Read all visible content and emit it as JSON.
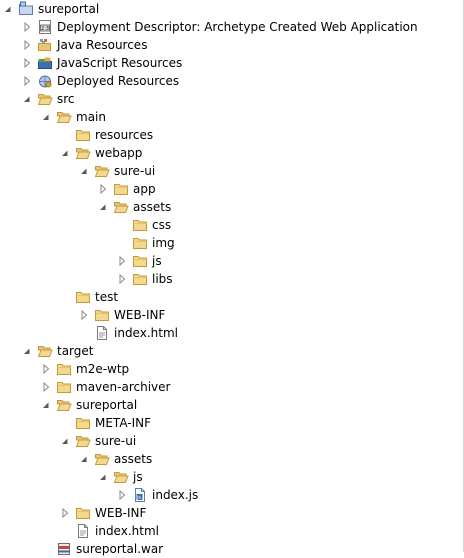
{
  "tree": {
    "rows": [
      {
        "name": "sureportal",
        "depth": 0,
        "twisty": "expanded",
        "icon": "project-icon"
      },
      {
        "name": "Deployment Descriptor: Archetype Created Web Application",
        "depth": 1,
        "twisty": "collapsed",
        "icon": "deployment-descriptor-icon"
      },
      {
        "name": "Java Resources",
        "depth": 1,
        "twisty": "collapsed",
        "icon": "java-resources-icon"
      },
      {
        "name": "JavaScript Resources",
        "depth": 1,
        "twisty": "collapsed",
        "icon": "javascript-resources-icon"
      },
      {
        "name": "Deployed Resources",
        "depth": 1,
        "twisty": "collapsed",
        "icon": "deployed-resources-icon"
      },
      {
        "name": "src",
        "depth": 1,
        "twisty": "expanded",
        "icon": "folder-open-icon"
      },
      {
        "name": "main",
        "depth": 2,
        "twisty": "expanded",
        "icon": "folder-open-icon"
      },
      {
        "name": "resources",
        "depth": 3,
        "twisty": "none",
        "icon": "folder-icon"
      },
      {
        "name": "webapp",
        "depth": 3,
        "twisty": "expanded",
        "icon": "folder-open-icon"
      },
      {
        "name": "sure-ui",
        "depth": 4,
        "twisty": "expanded",
        "icon": "folder-open-icon"
      },
      {
        "name": "app",
        "depth": 5,
        "twisty": "collapsed",
        "icon": "folder-icon"
      },
      {
        "name": "assets",
        "depth": 5,
        "twisty": "expanded",
        "icon": "folder-open-icon"
      },
      {
        "name": "css",
        "depth": 6,
        "twisty": "none",
        "icon": "folder-icon"
      },
      {
        "name": "img",
        "depth": 6,
        "twisty": "none",
        "icon": "folder-icon"
      },
      {
        "name": "js",
        "depth": 6,
        "twisty": "collapsed",
        "icon": "folder-icon"
      },
      {
        "name": "libs",
        "depth": 6,
        "twisty": "collapsed",
        "icon": "folder-icon"
      },
      {
        "name": "test",
        "depth": 3,
        "twisty": "none",
        "icon": "folder-icon"
      },
      {
        "name": "WEB-INF",
        "depth": 4,
        "twisty": "collapsed",
        "icon": "folder-icon"
      },
      {
        "name": "index.html",
        "depth": 4,
        "twisty": "none",
        "icon": "html-file-icon"
      },
      {
        "name": "target",
        "depth": 1,
        "twisty": "expanded",
        "icon": "folder-open-icon"
      },
      {
        "name": "m2e-wtp",
        "depth": 2,
        "twisty": "collapsed",
        "icon": "folder-icon"
      },
      {
        "name": "maven-archiver",
        "depth": 2,
        "twisty": "collapsed",
        "icon": "folder-icon"
      },
      {
        "name": "sureportal",
        "depth": 2,
        "twisty": "expanded",
        "icon": "folder-open-icon"
      },
      {
        "name": "META-INF",
        "depth": 3,
        "twisty": "none",
        "icon": "folder-icon"
      },
      {
        "name": "sure-ui",
        "depth": 3,
        "twisty": "expanded",
        "icon": "folder-open-icon"
      },
      {
        "name": "assets",
        "depth": 4,
        "twisty": "expanded",
        "icon": "folder-open-icon"
      },
      {
        "name": "js",
        "depth": 5,
        "twisty": "expanded",
        "icon": "folder-open-icon"
      },
      {
        "name": "index.js",
        "depth": 6,
        "twisty": "collapsed",
        "icon": "js-file-icon"
      },
      {
        "name": "WEB-INF",
        "depth": 3,
        "twisty": "collapsed",
        "icon": "folder-icon"
      },
      {
        "name": "index.html",
        "depth": 3,
        "twisty": "none",
        "icon": "html-file-icon"
      },
      {
        "name": "sureportal.war",
        "depth": 2,
        "twisty": "none",
        "icon": "war-file-icon"
      }
    ]
  },
  "colors": {
    "folder_fill": "#f3d98e",
    "folder_stroke": "#c19a3c",
    "twisty": "#595959",
    "text": "#000000",
    "border": "#cfd6e0"
  }
}
